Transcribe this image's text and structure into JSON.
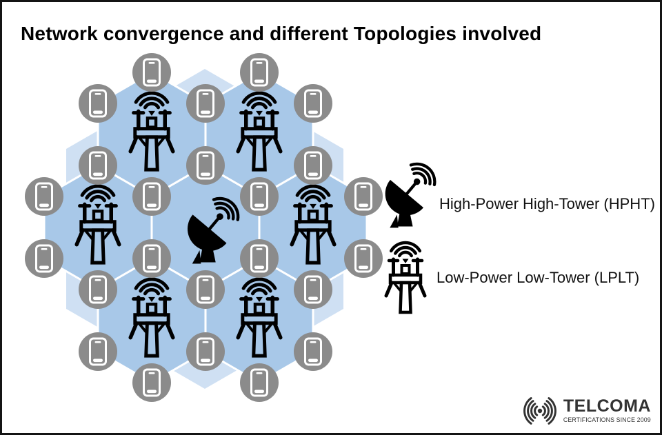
{
  "title": "Network convergence and different Topologies involved",
  "legend": {
    "items": [
      {
        "icon": "satellite-dish-icon",
        "label": "High-Power High-Tower (HPHT)"
      },
      {
        "icon": "cell-tower-icon",
        "label": "Low-Power Low-Tower (LPLT)"
      }
    ]
  },
  "network": {
    "hpht_count": 1,
    "lplt_count": 6,
    "device_count": 24,
    "colors": {
      "cell_fill": "#a8c8e8",
      "cell_fill_light": "#cfe0f3",
      "cell_border": "#ffffff",
      "device_circle": "#8b8b8b",
      "icon_black": "#000000"
    }
  },
  "logo": {
    "brand": "TELCOMA",
    "tagline": "CERTIFICATIONS SINCE 2009",
    "color": "#333333"
  }
}
